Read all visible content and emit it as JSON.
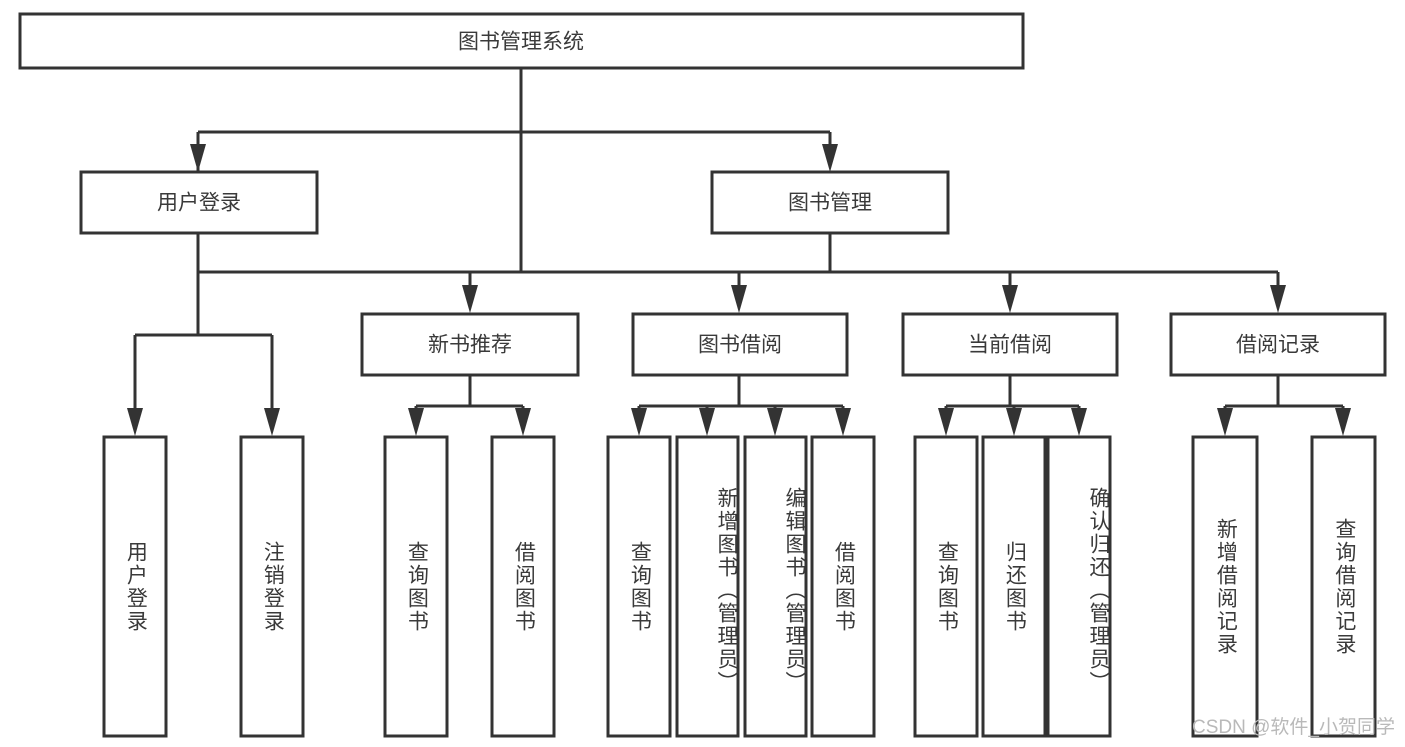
{
  "diagram": {
    "type": "hierarchy-tree",
    "title": "图书管理系统",
    "orientation": "top-down",
    "levels": 4,
    "root": {
      "id": "root",
      "label": "图书管理系统",
      "text_direction": "horizontal"
    },
    "level2": [
      {
        "id": "user-login",
        "label": "用户登录",
        "text_direction": "horizontal"
      },
      {
        "id": "book-management",
        "label": "图书管理",
        "text_direction": "horizontal"
      }
    ],
    "level3": [
      {
        "id": "new-book-recommend",
        "label": "新书推荐",
        "parent": "book-management",
        "text_direction": "horizontal"
      },
      {
        "id": "book-borrow",
        "label": "图书借阅",
        "parent": "book-management",
        "text_direction": "horizontal"
      },
      {
        "id": "current-borrow",
        "label": "当前借阅",
        "parent": "book-management",
        "text_direction": "horizontal"
      },
      {
        "id": "borrow-record",
        "label": "借阅记录",
        "parent": "book-management",
        "text_direction": "horizontal"
      }
    ],
    "leaves": [
      {
        "id": "leaf-user-login",
        "label": "用户登录",
        "parent": "user-login",
        "text_direction": "vertical"
      },
      {
        "id": "leaf-logout",
        "label": "注销登录",
        "parent": "user-login",
        "text_direction": "vertical"
      },
      {
        "id": "leaf-query-book-1",
        "label": "查询图书",
        "parent": "new-book-recommend",
        "text_direction": "vertical"
      },
      {
        "id": "leaf-borrow-book-1",
        "label": "借阅图书",
        "parent": "new-book-recommend",
        "text_direction": "vertical"
      },
      {
        "id": "leaf-query-book-2",
        "label": "查询图书",
        "parent": "book-borrow",
        "text_direction": "vertical"
      },
      {
        "id": "leaf-add-book",
        "label": "新增图书（管理员）",
        "parent": "book-borrow",
        "text_direction": "vertical"
      },
      {
        "id": "leaf-edit-book",
        "label": "编辑图书（管理员）",
        "parent": "book-borrow",
        "text_direction": "vertical"
      },
      {
        "id": "leaf-borrow-book-2",
        "label": "借阅图书",
        "parent": "book-borrow",
        "text_direction": "vertical"
      },
      {
        "id": "leaf-query-book-3",
        "label": "查询图书",
        "parent": "current-borrow",
        "text_direction": "vertical"
      },
      {
        "id": "leaf-return-book",
        "label": "归还图书",
        "parent": "current-borrow",
        "text_direction": "vertical"
      },
      {
        "id": "leaf-confirm-return",
        "label": "确认归还（管理员）",
        "parent": "current-borrow",
        "text_direction": "vertical"
      },
      {
        "id": "leaf-add-record",
        "label": "新增借阅记录",
        "parent": "borrow-record",
        "text_direction": "vertical"
      },
      {
        "id": "leaf-query-record",
        "label": "查询借阅记录",
        "parent": "borrow-record",
        "text_direction": "vertical"
      }
    ],
    "colors": {
      "background": "#ffffff",
      "box_fill": "#ffffff",
      "box_stroke": "#333333",
      "text": "#3a3a3a",
      "watermark": "#b9b9b9"
    }
  },
  "watermark": {
    "text": "CSDN @软件_小贺同学"
  }
}
